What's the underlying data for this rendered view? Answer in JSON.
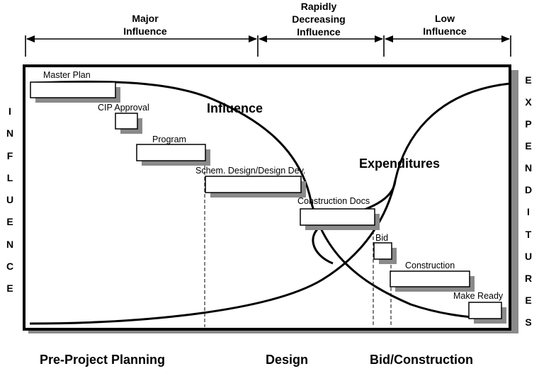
{
  "header": {
    "major": [
      "Major",
      "Influence"
    ],
    "rapid": [
      "Rapidly",
      "Decreasing",
      "Influence"
    ],
    "low": [
      "Low",
      "Influence"
    ]
  },
  "left_axis": [
    "I",
    "N",
    "F",
    "L",
    "U",
    "E",
    "N",
    "C",
    "E"
  ],
  "right_axis": [
    "E",
    "X",
    "P",
    "E",
    "N",
    "D",
    "I",
    "T",
    "U",
    "R",
    "E",
    "S"
  ],
  "curves": {
    "influence": "Influence",
    "expenditures": "Expenditures"
  },
  "tasks": [
    "Master Plan",
    "CIP Approval",
    "Program",
    "Schem. Design/Design Dev.",
    "Construction Docs",
    "Bid",
    "Construction",
    "Make Ready"
  ],
  "phases": {
    "pre": "Pre-Project Planning",
    "design": "Design",
    "bid": "Bid/Construction"
  }
}
